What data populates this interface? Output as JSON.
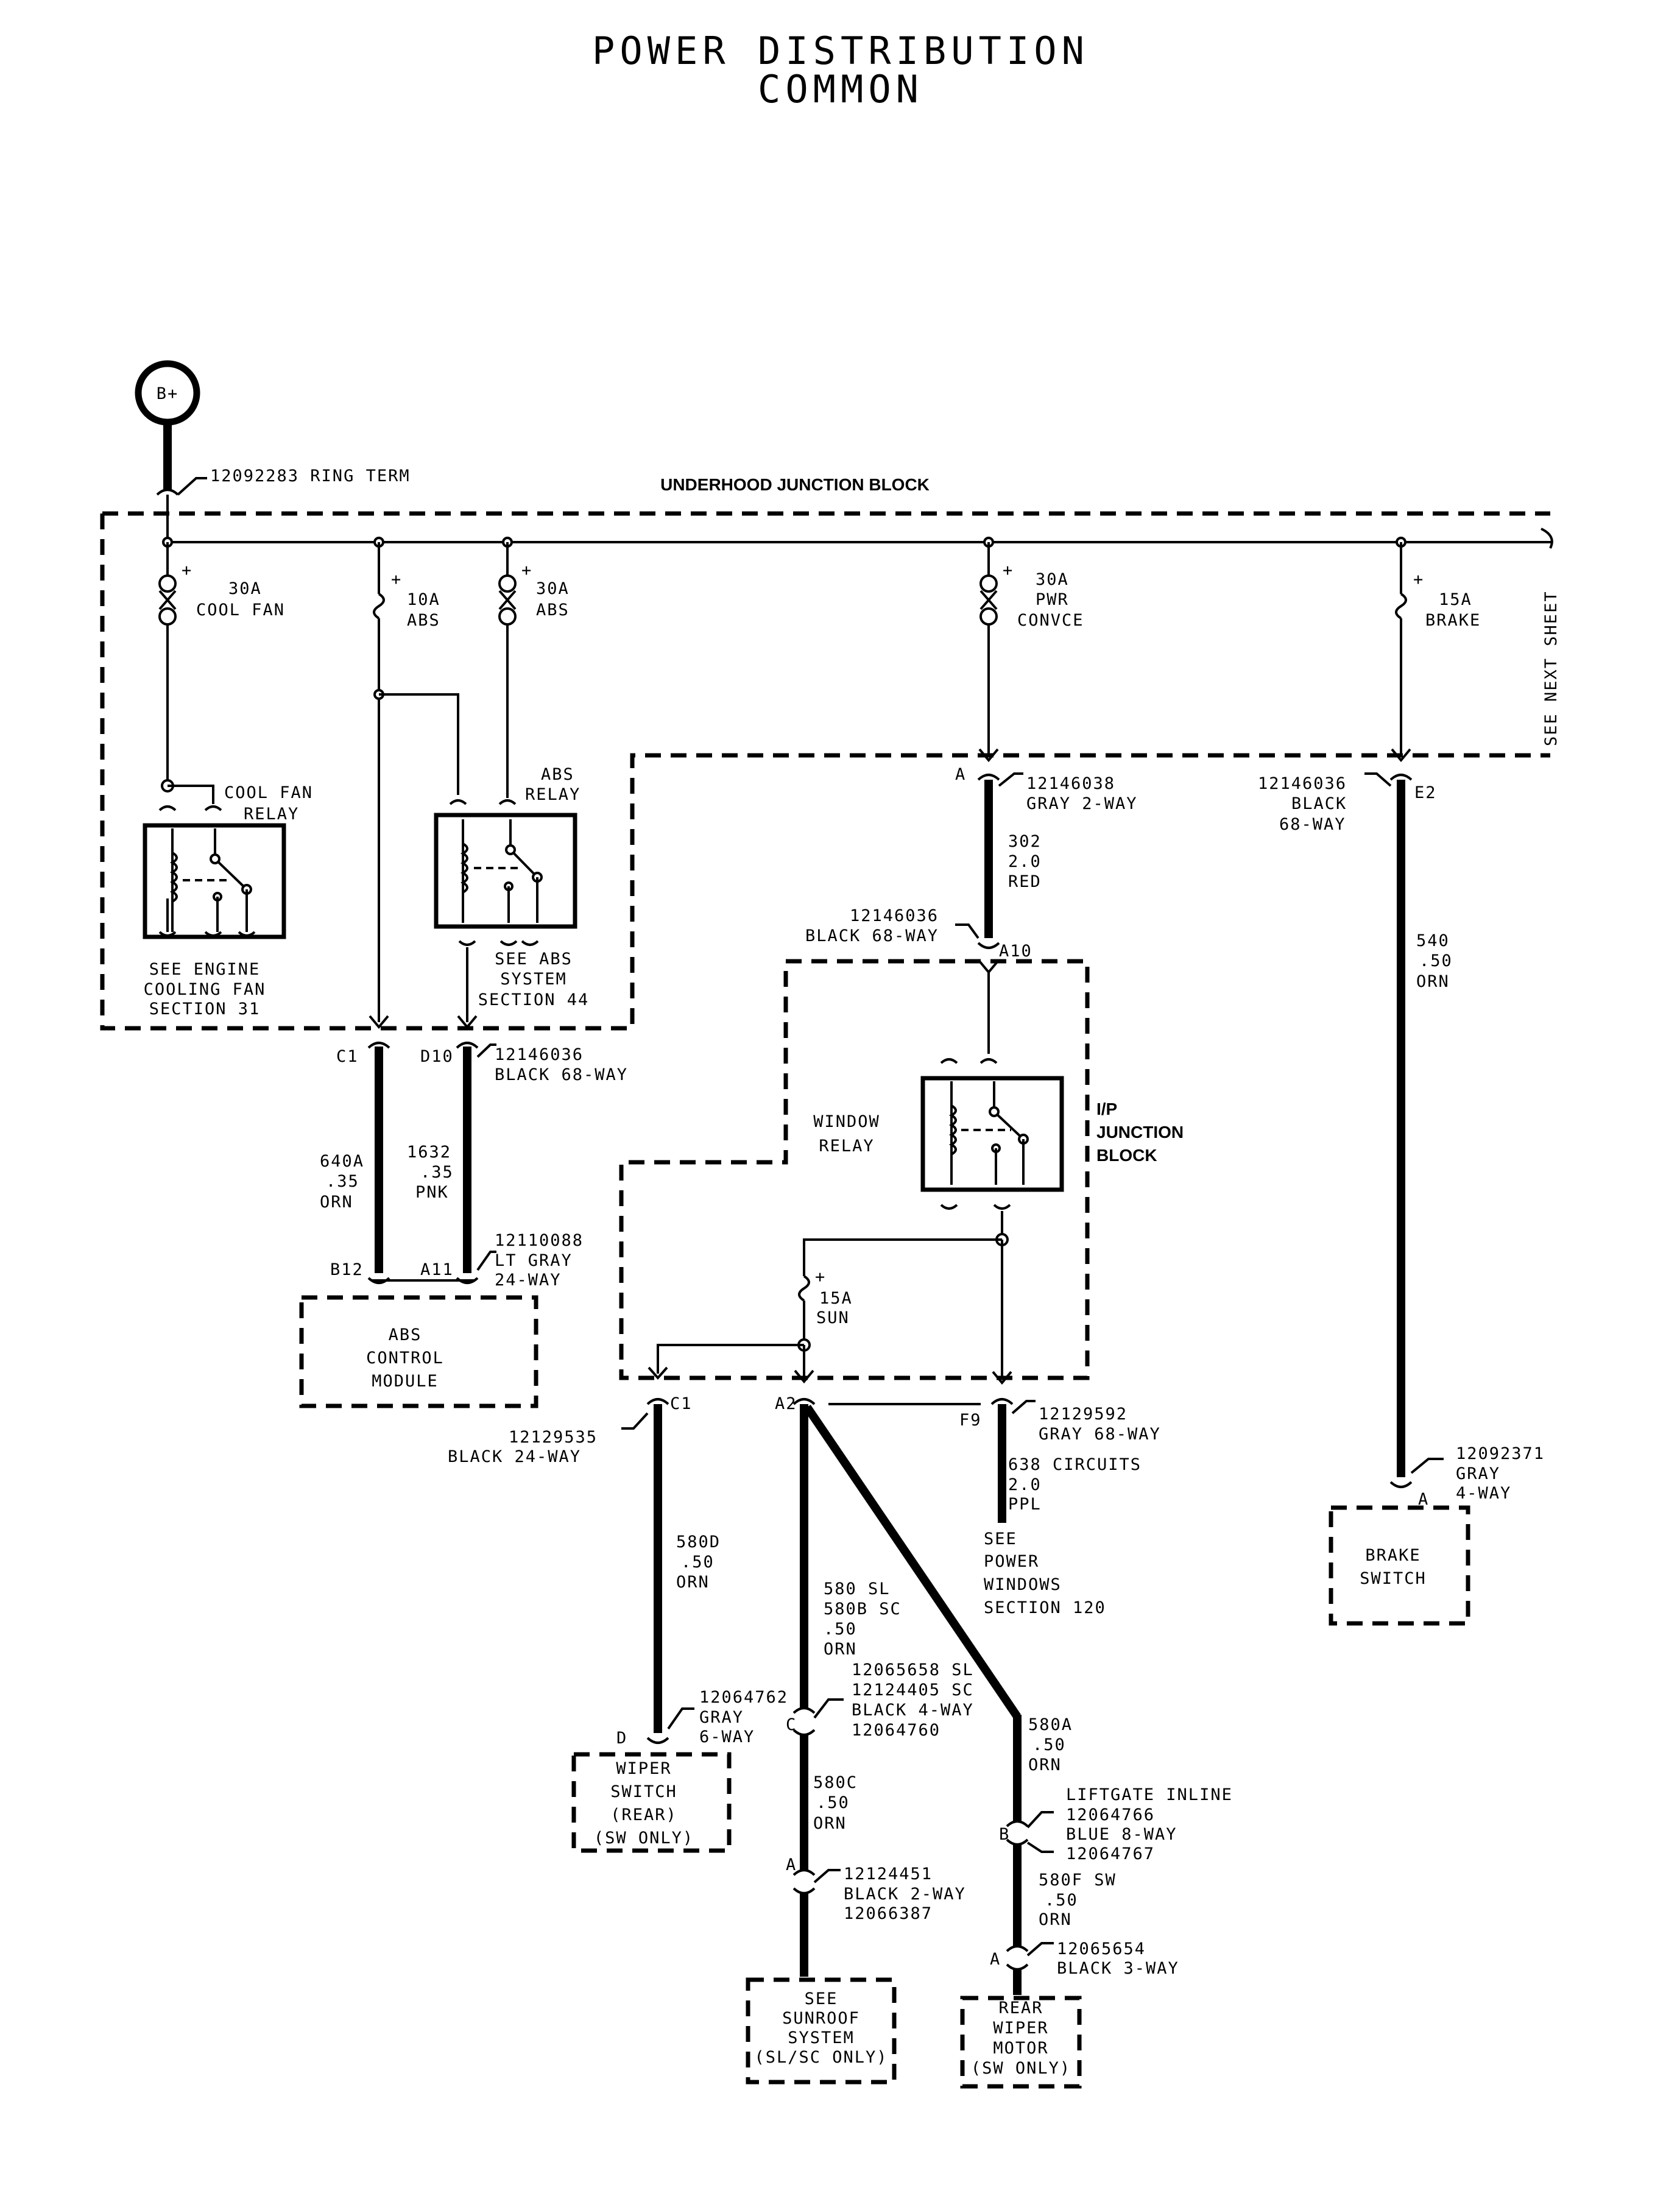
{
  "title": {
    "line1": "POWER DISTRIBUTION",
    "line2": "COMMON"
  },
  "battery": {
    "label": "B+"
  },
  "ring_term": "12092283  RING TERM",
  "underhood_block": "UNDERHOOD JUNCTION BLOCK",
  "see_next_sheet": "SEE NEXT SHEET",
  "fuses": {
    "cool_fan": {
      "amps": "30A",
      "name": "COOL FAN"
    },
    "abs10": {
      "amps": "10A",
      "name": "ABS"
    },
    "abs30": {
      "amps": "30A",
      "name": "ABS"
    },
    "pwr": {
      "amps": "30A",
      "name1": "PWR",
      "name2": "CONVCE"
    },
    "brake": {
      "amps": "15A",
      "name": "BRAKE"
    },
    "sun": {
      "amps": "15A",
      "name": "SUN"
    },
    "plus": "+"
  },
  "cool_fan_relay": {
    "l1": "COOL FAN",
    "l2": "RELAY",
    "see1": "SEE ENGINE",
    "see2": "COOLING FAN",
    "see3": "SECTION 31"
  },
  "abs_relay": {
    "l1": "ABS",
    "l2": "RELAY",
    "see1": "SEE ABS",
    "see2": "SYSTEM",
    "see3": "SECTION 44"
  },
  "conn_a": {
    "pin": "A",
    "part": "12146038",
    "desc": "GRAY 2-WAY"
  },
  "conn_e2": {
    "pin": "E2",
    "part": "12146036",
    "desc1": "BLACK",
    "desc2": "68-WAY"
  },
  "wire_302": {
    "l1": "302",
    "l2": "2.0",
    "l3": "RED"
  },
  "conn_a10": {
    "pin": "A10",
    "part": "12146036",
    "desc": "BLACK 68-WAY"
  },
  "wire_540": {
    "l1": "540",
    "l2": ".50",
    "l3": "ORN"
  },
  "conn_c1_d10": {
    "pin_c1": "C1",
    "pin_d10": "D10",
    "part": "12146036",
    "desc": "BLACK 68-WAY"
  },
  "wire_640a": {
    "l1": "640A",
    "l2": ".35",
    "l3": "ORN"
  },
  "wire_1632": {
    "l1": "1632",
    "l2": ".35",
    "l3": "PNK"
  },
  "conn_b12_a11": {
    "pin_b12": "B12",
    "pin_a11": "A11",
    "part": "12110088",
    "desc1": "LT GRAY",
    "desc2": "24-WAY"
  },
  "abs_module": {
    "l1": "ABS",
    "l2": "CONTROL",
    "l3": "MODULE"
  },
  "window_relay": {
    "l1": "WINDOW",
    "l2": "RELAY"
  },
  "ip_block": {
    "l1": "I/P",
    "l2": "JUNCTION",
    "l3": "BLOCK"
  },
  "conn_c1b": {
    "pin": "C1",
    "part": "12129535",
    "desc": "BLACK 24-WAY"
  },
  "conn_a2": {
    "pin": "A2"
  },
  "conn_f9": {
    "pin": "F9",
    "part": "12129592",
    "desc": "GRAY 68-WAY"
  },
  "wire_638": {
    "l1": "638 CIRCUITS",
    "l2": "2.0",
    "l3": "PPL"
  },
  "see_power_windows": {
    "l1": "SEE",
    "l2": "POWER",
    "l3": "WINDOWS",
    "l4": "SECTION 120"
  },
  "wire_580d": {
    "l1": "580D",
    "l2": ".50",
    "l3": "ORN"
  },
  "wire_580": {
    "l1": "580  SL",
    "l2": "580B  SC",
    "l3": ".50",
    "l4": "ORN"
  },
  "conn_d_wiper": {
    "pin": "D",
    "part": "12064762",
    "desc1": "GRAY",
    "desc2": "6-WAY"
  },
  "wiper_switch": {
    "l1": "WIPER",
    "l2": "SWITCH",
    "l3": "(REAR)",
    "l4": "(SW ONLY)"
  },
  "conn_c_sun": {
    "pin": "C",
    "l1": "12065658 SL",
    "l2": "12124405 SC",
    "l3": "BLACK 4-WAY",
    "l4": "12064760"
  },
  "wire_580c": {
    "l1": "580C",
    "l2": ".50",
    "l3": "ORN"
  },
  "conn_a_sun": {
    "pin": "A",
    "l1": "12124451",
    "l2": "BLACK 2-WAY",
    "l3": "12066387"
  },
  "sunroof": {
    "l1": "SEE",
    "l2": "SUNROOF",
    "l3": "SYSTEM",
    "l4": "(SL/SC ONLY)"
  },
  "wire_580a": {
    "l1": "580A",
    "l2": ".50",
    "l3": "ORN"
  },
  "liftgate": {
    "pin": "B",
    "l1": "LIFTGATE INLINE",
    "l2": "12064766",
    "l3": "BLUE 8-WAY",
    "l4": "12064767"
  },
  "wire_580f": {
    "l1": "580F SW",
    "l2": ".50",
    "l3": "ORN"
  },
  "conn_a_rear": {
    "pin": "A",
    "l1": "12065654",
    "l2": "BLACK 3-WAY"
  },
  "rear_wiper": {
    "l1": "REAR",
    "l2": "WIPER",
    "l3": "MOTOR",
    "l4": "(SW ONLY)"
  },
  "conn_a_brake": {
    "pin": "A",
    "l1": "12092371",
    "l2": "GRAY",
    "l3": "4-WAY"
  },
  "brake_switch": {
    "l1": "BRAKE",
    "l2": "SWITCH"
  }
}
